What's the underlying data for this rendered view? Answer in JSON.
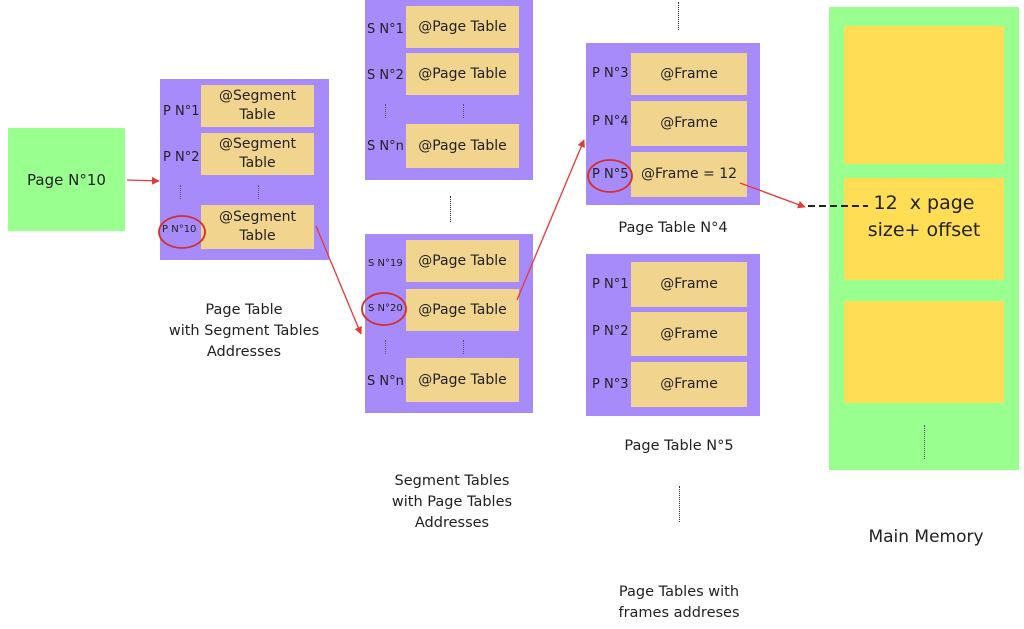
{
  "page_box": {
    "label": "Page N°10"
  },
  "page_table": {
    "rows": [
      {
        "label": "P N°1",
        "cell": "@Segment Table"
      },
      {
        "label": "P N°2",
        "cell": "@Segment Table"
      },
      {
        "label": "P N°10",
        "cell": "@Segment Table"
      }
    ],
    "caption": [
      "Page Table",
      "with Segment Tables",
      "Addresses"
    ]
  },
  "segment_table_top": {
    "rows": [
      {
        "label": "S N°1",
        "cell": "@Page Table"
      },
      {
        "label": "S N°2",
        "cell": "@Page Table"
      },
      {
        "label": "S N°n",
        "cell": "@Page Table"
      }
    ]
  },
  "segment_table_bottom": {
    "rows": [
      {
        "label": "S N°19",
        "cell": "@Page Table"
      },
      {
        "label": "S N°20",
        "cell": "@Page Table"
      },
      {
        "label": "S N°n",
        "cell": "@Page Table"
      }
    ]
  },
  "segment_caption": [
    "Segment Tables",
    "with Page Tables",
    "Addresses"
  ],
  "page_table_4": {
    "rows": [
      {
        "label": "P N°3",
        "cell": "@Frame"
      },
      {
        "label": "P N°4",
        "cell": "@Frame"
      },
      {
        "label": "P N°5",
        "cell": "@Frame = 12"
      }
    ],
    "caption": "Page Table N°4"
  },
  "page_table_5": {
    "rows": [
      {
        "label": "P N°1",
        "cell": "@Frame"
      },
      {
        "label": "P N°2",
        "cell": "@Frame"
      },
      {
        "label": "P N°3",
        "cell": "@Frame"
      }
    ],
    "caption": "Page Table N°5"
  },
  "page_tables_caption": [
    "Page Tables with",
    "frames addreses"
  ],
  "main_memory": {
    "frame_label": [
      "12  x page",
      "size+ offset"
    ],
    "caption": "Main Memory"
  },
  "colors": {
    "green": "#99ff8f",
    "purple": "#a78bfa",
    "cell": "#f1d48d",
    "memory_block": "#ffdd55",
    "arrow": "#e53935",
    "highlight_circle": "#d32f2f"
  }
}
